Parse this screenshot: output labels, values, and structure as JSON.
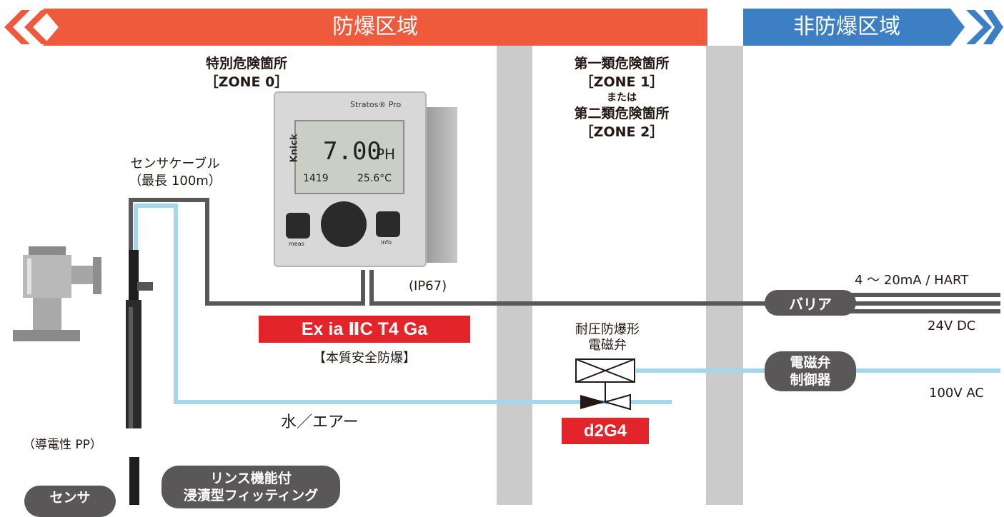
{
  "zones": {
    "hazardous": "防爆区域",
    "non_hazardous": "非防爆区域"
  },
  "zone0": {
    "line1": "特別危険箇所",
    "line2": "［ZONE 0］"
  },
  "zone12": {
    "line1": "第一類危険箇所",
    "line2": "［ZONE 1］",
    "line3": "または",
    "line4": "第二類危険箇所",
    "line5": "［ZONE 2］"
  },
  "device": {
    "brand": "Stratos® Pro",
    "maker": "Knick",
    "reading_main": "7.00",
    "reading_unit": "PH",
    "reading_left": "1419",
    "reading_temp": "25.6°C",
    "key_meas": "meas",
    "key_info": "info",
    "protection": "(IP67)"
  },
  "cable": {
    "line1": "センサケーブル",
    "line2": "（最長 100m）"
  },
  "ex_rating": {
    "code": "Ex ia ⅡC T4 Ga",
    "caption": "【本質安全防爆】"
  },
  "valve": {
    "line1": "耐圧防爆形",
    "line2": "電磁弁",
    "code": "d2G4"
  },
  "water_air": "水／エアー",
  "pp_label": "（導電性 PP）",
  "barrier": "バリア",
  "signal_top": "4 ～ 20mA / HART",
  "signal_bottom": "24V DC",
  "controller": {
    "line1": "電磁弁",
    "line2": "制御器"
  },
  "ac_label": "100V AC",
  "sensor_pill": "センサ",
  "fitting_pill": {
    "line1": "リンス機能付",
    "line2": "浸漬型フィッティング"
  },
  "colors": {
    "hazard": "#ef5a3c",
    "safe": "#3d7fc4",
    "water": "#a3d7ee",
    "cable": "#595757",
    "red": "#e3242b"
  }
}
